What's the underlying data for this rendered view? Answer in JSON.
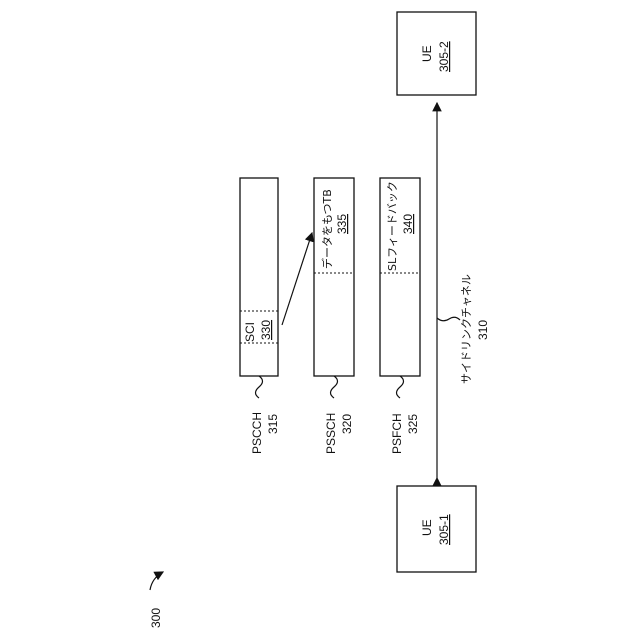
{
  "figure_ref": "300",
  "ue_left": {
    "title": "UE",
    "ref": "305-1"
  },
  "ue_right": {
    "title": "UE",
    "ref": "305-2"
  },
  "sidelink": {
    "label": "サイドリンクチャネル",
    "ref": "310"
  },
  "pscch": {
    "name": "PSCCH",
    "ref": "315",
    "sci_label": "SCI",
    "sci_ref": "330"
  },
  "pssch": {
    "name": "PSSCH",
    "ref": "320",
    "tb_label": "データをもつTB",
    "tb_ref": "335"
  },
  "psfch": {
    "name": "PSFCH",
    "ref": "325",
    "fb_label": "SLフィードバック",
    "fb_ref": "340"
  }
}
